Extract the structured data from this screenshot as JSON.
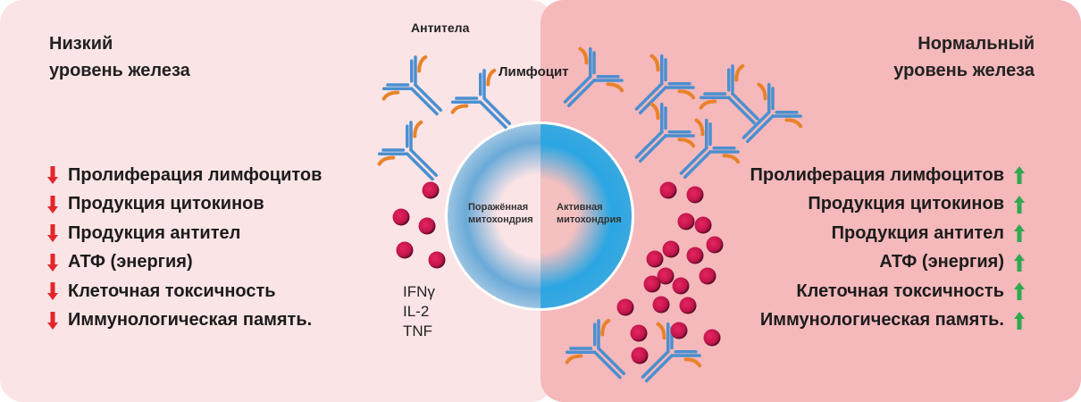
{
  "left": {
    "title_line1": "Низкий",
    "title_line2": "уровень железа",
    "items": [
      "Пролиферация лимфоцитов",
      "Продукция цитокинов",
      "Продукция антител",
      "АТФ (энергия)",
      "Клеточная токсичность",
      "Иммунологическая память."
    ],
    "arrow_color": "#e3262b"
  },
  "right": {
    "title_line1": "Нормальный",
    "title_line2": "уровень железа",
    "items": [
      "Пролиферация лимфоцитов",
      "Продукция цитокинов",
      "Продукция антител",
      "АТФ (энергия)",
      "Клеточная токсичность",
      "Иммунологическая память."
    ],
    "arrow_color": "#2fa84f"
  },
  "labels": {
    "antibodies": "Антитела",
    "lymphocyte": "Лимфоцит",
    "damaged_mito_1": "Поражённая",
    "damaged_mito_2": "митохондрия",
    "active_mito_1": "Активная",
    "active_mito_2": "митохондрия"
  },
  "cytokines": [
    "IFNγ",
    "IL-2",
    "TNF"
  ]
}
